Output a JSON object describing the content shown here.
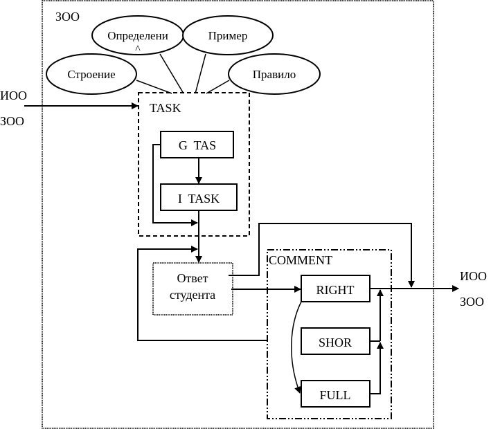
{
  "diagram": {
    "outer_frame_label": "ЗОО",
    "left_inputs": [
      "ИОО",
      "ЗОО"
    ],
    "right_outputs": [
      "ИОО",
      "ЗОО"
    ],
    "ellipses": [
      {
        "id": "definition",
        "label": "Определени",
        "overflow_glyph": "^"
      },
      {
        "id": "example",
        "label": "Пример"
      },
      {
        "id": "structure",
        "label": "Строение"
      },
      {
        "id": "rule",
        "label": "Правило"
      }
    ],
    "task_group": {
      "label": "TASK",
      "blocks": [
        {
          "id": "g-tas",
          "label": "G  TAS"
        },
        {
          "id": "i-task",
          "label": "I  TASK"
        }
      ]
    },
    "student_answer": {
      "line1": "Ответ",
      "line2": "студента"
    },
    "comment_group": {
      "label": "COMMENT",
      "blocks": [
        {
          "id": "right",
          "label": "RIGHT"
        },
        {
          "id": "shor",
          "label": "SHOR"
        },
        {
          "id": "full",
          "label": "FULL"
        }
      ]
    },
    "colors": {
      "stroke": "#000000",
      "background": "#ffffff"
    }
  }
}
